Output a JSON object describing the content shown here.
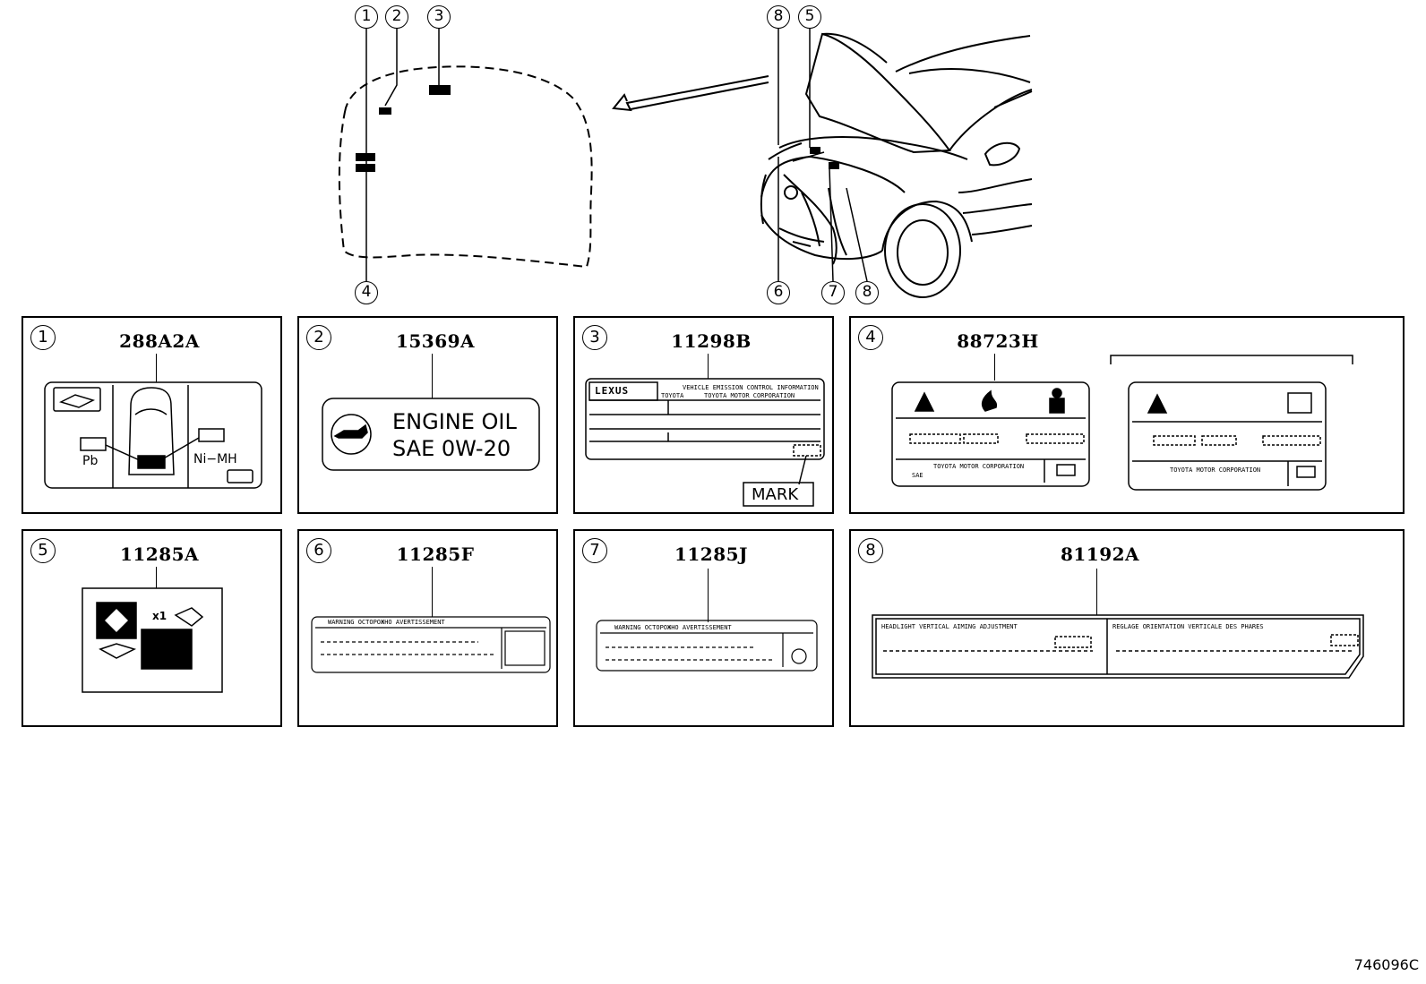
{
  "callouts_top": [
    "1",
    "2",
    "3",
    "8",
    "5",
    "6",
    "7",
    "8",
    "4"
  ],
  "panels": [
    {
      "num": "1",
      "part": "288A2A",
      "labels": {
        "pb": "Pb",
        "nimh": "Ni−MH"
      }
    },
    {
      "num": "2",
      "part": "15369A",
      "labels": {
        "line1": "ENGINE  OIL",
        "line2": "SAE  0W-20"
      }
    },
    {
      "num": "3",
      "part": "11298B",
      "labels": {
        "mark": "MARK",
        "brand": "LEXUS",
        "small1": "VEHICLE EMISSION CONTROL INFORMATION",
        "small2": "TOYOTA",
        "small3": "TOYOTA MOTOR CORPORATION"
      }
    },
    {
      "num": "4",
      "part": "88723H",
      "labels": {
        "corp": "TOYOTA MOTOR CORPORATION",
        "corp2": "TOYOTA MOTOR CORPORATION",
        "sae": "SAE"
      }
    },
    {
      "num": "5",
      "part": "11285A",
      "labels": {
        "x1": "x1"
      }
    },
    {
      "num": "6",
      "part": "11285F",
      "labels": {
        "warn": "WARNING  OСТОРОЖНО  AVERTISSEMENT"
      }
    },
    {
      "num": "7",
      "part": "11285J",
      "labels": {
        "warn": "WARNING  OСТОРОЖНО  AVERTISSEMENT"
      }
    },
    {
      "num": "8",
      "part": "81192A",
      "labels": {
        "left": "HEADLIGHT VERTICAL AIMING ADJUSTMENT",
        "right": "REGLAGE ORIENTATION VERTICALE DES PHARES"
      }
    }
  ],
  "doc_code": "746096C"
}
